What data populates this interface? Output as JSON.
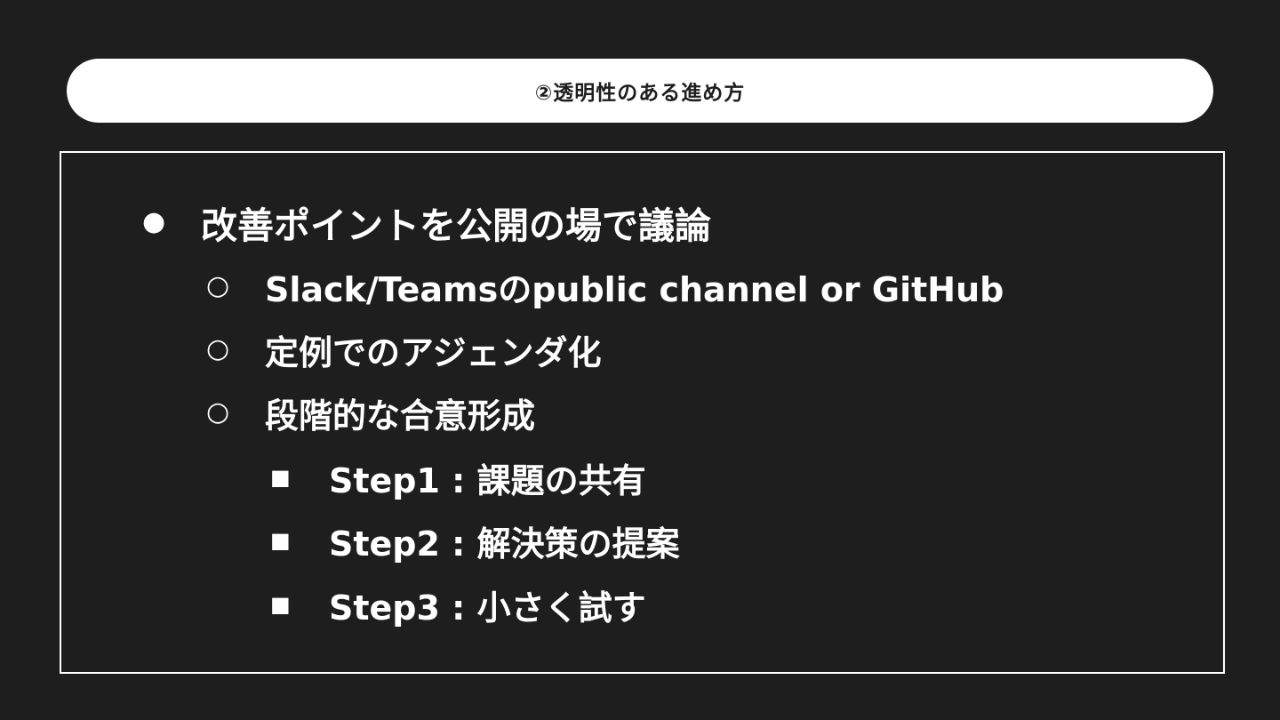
{
  "header": {
    "title": "②透明性のある進め方"
  },
  "main": {
    "bullets": {
      "level1": "●",
      "level2": "○",
      "level3": "■"
    },
    "items": [
      {
        "text": "改善ポイントを公開の場で議論"
      },
      {
        "text": "Slack/Teamsのpublic channel or GitHub"
      },
      {
        "text": "定例でのアジェンダ化"
      },
      {
        "text": "段階的な合意形成"
      },
      {
        "text": "Step1 : 課題の共有"
      },
      {
        "text": "Step2 : 解決策の提案"
      },
      {
        "text": "Step3 : 小さく試す"
      }
    ]
  }
}
